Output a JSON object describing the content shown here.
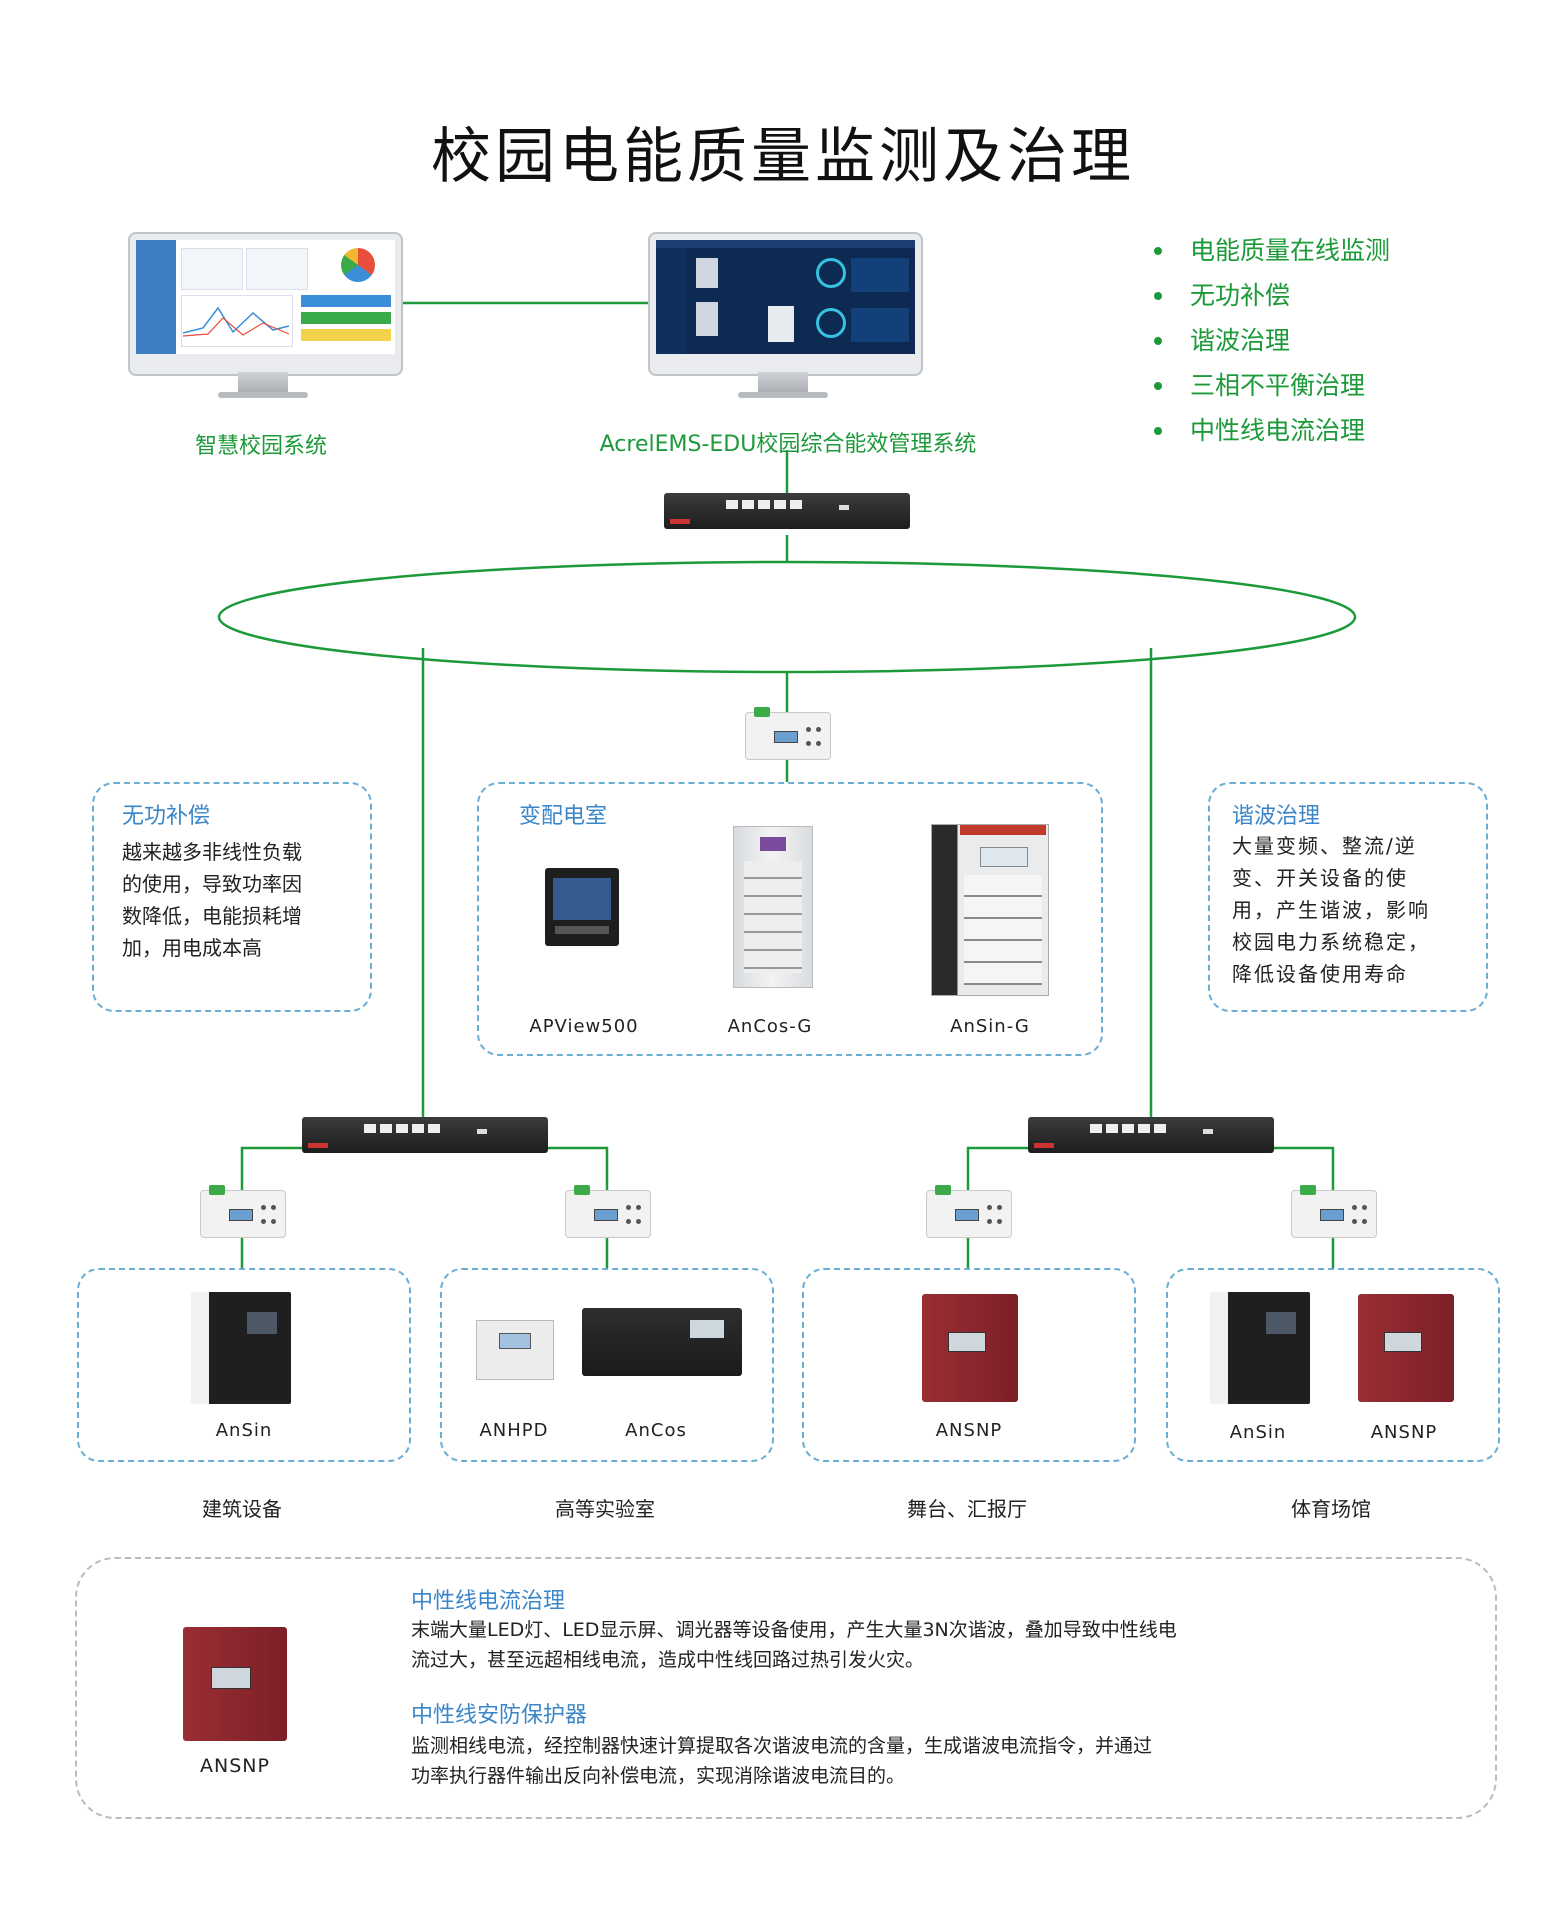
{
  "title": "校园电能质量监测及治理",
  "features": [
    "电能质量在线监测",
    "无功补偿",
    "谐波治理",
    "三相不平衡治理",
    "中性线电流治理"
  ],
  "systems": {
    "left_label": "智慧校园系统",
    "right_label": "AcrelEMS-EDU校园综合能效管理系统"
  },
  "reactive_box": {
    "title": "无功补偿",
    "lines": [
      "越来越多非线性负载",
      "的使用，导致功率因",
      "数降低，电能损耗增",
      "加，用电成本高"
    ]
  },
  "substation_box": {
    "title": "变配电室",
    "devices": [
      "APView500",
      "AnCos-G",
      "AnSin-G"
    ]
  },
  "harmonic_box": {
    "title": "谐波治理",
    "lines": [
      "大量变频、整流/逆",
      "变、开关设备的使",
      "用，产生谐波，影响",
      "校园电力系统稳定，",
      "降低设备使用寿命"
    ]
  },
  "groups": [
    {
      "label": "建筑设备",
      "devices": [
        "AnSin"
      ]
    },
    {
      "label": "高等实验室",
      "devices": [
        "ANHPD",
        "AnCos"
      ]
    },
    {
      "label": "舞台、汇报厅",
      "devices": [
        "ANSNP"
      ]
    },
    {
      "label": "体育场馆",
      "devices": [
        "AnSin",
        "ANSNP"
      ]
    }
  ],
  "neutral_box": {
    "device": "ANSNP",
    "section1_title": "中性线电流治理",
    "section1_lines": [
      "末端大量LED灯、LED显示屏、调光器等设备使用，产生大量3N次谐波，叠加导致中性线电",
      "流过大，甚至远超相线电流，造成中性线回路过热引发火灾。"
    ],
    "section2_title": "中性线安防保护器",
    "section2_lines": [
      "监测相线电流，经控制器快速计算提取各次谐波电流的含量，生成谐波电流指令，并通过",
      "功率执行器件输出反向补偿电流，实现消除谐波电流目的。"
    ]
  },
  "colors": {
    "line": "#1c9a3a",
    "dashed": "#6aaed6",
    "title_blue": "#3a86c8"
  }
}
